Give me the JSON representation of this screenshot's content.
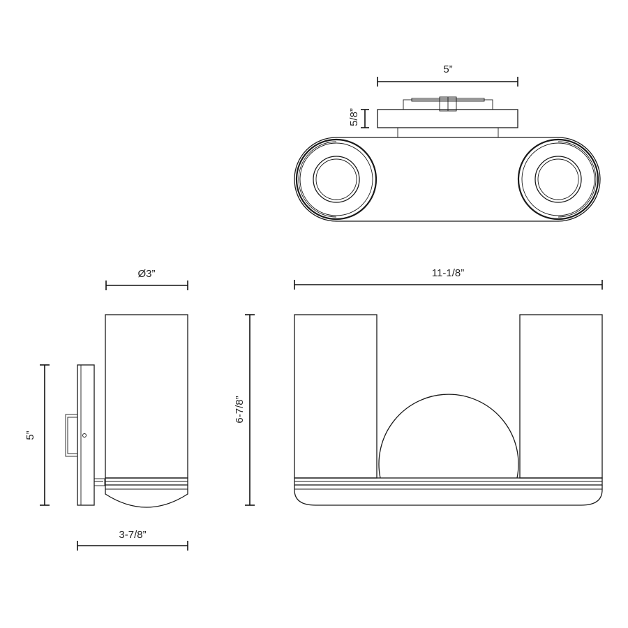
{
  "dimensions": {
    "top_width": "5”",
    "top_depth": "5/8”",
    "side_diameter": "Ø3”",
    "side_height": "5”",
    "side_extension": "3-7/8”",
    "front_height": "6-7/8”",
    "front_width": "11-1/8”"
  },
  "colors": {
    "line": "#1a1a1a",
    "background": "#ffffff"
  }
}
